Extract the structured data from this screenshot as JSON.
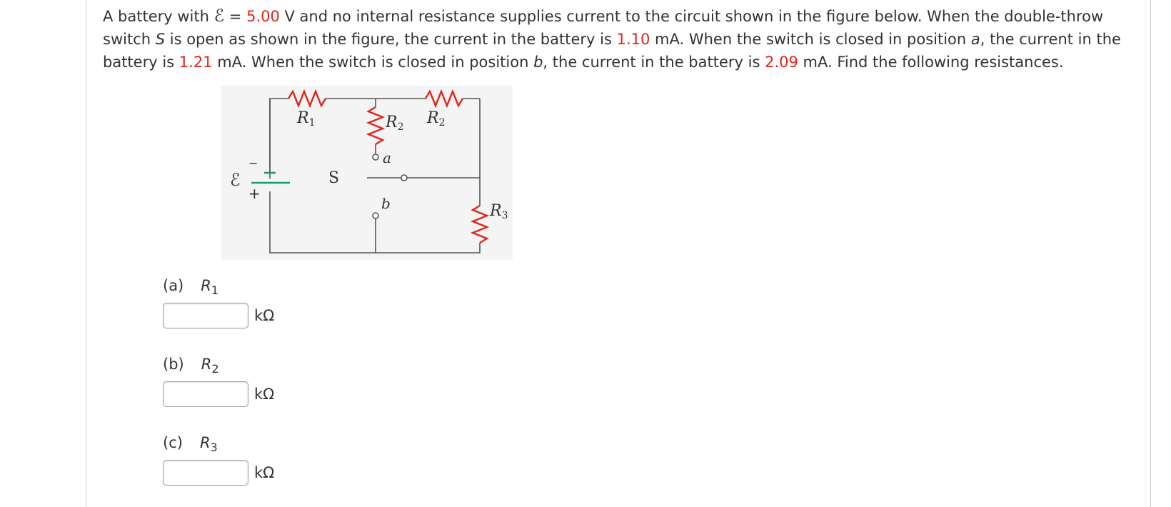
{
  "problem": {
    "t1": "A battery with ",
    "emf_symbol": "ℰ",
    "t2": " = ",
    "emf_value": "5.00",
    "t3": " V  and no internal resistance supplies current to the circuit shown in the figure below. When the double-throw switch ",
    "switch_name": "S",
    "t4": " is open as shown in the figure, the current in the battery is ",
    "i_open": "1.10",
    "t5": " mA. When the switch is closed in position ",
    "pos_a": "a",
    "t6": ", the current in the battery is ",
    "i_a": "1.21",
    "t7": " mA. When the switch is closed in position ",
    "pos_b": "b",
    "t8": ", the current in the battery is ",
    "i_b": "2.09",
    "t9": " mA. Find the following resistances."
  },
  "figure": {
    "emf_label": "ℰ",
    "minus": "−",
    "plus": "+",
    "r1_main": "R",
    "r1_sub": "1",
    "r2a_main": "R",
    "r2a_sub": "2",
    "r2b_main": "R",
    "r2b_sub": "2",
    "r3_main": "R",
    "r3_sub": "3",
    "switch_label": "S",
    "a_label": "a",
    "b_label": "b"
  },
  "parts": [
    {
      "letter": "(a)",
      "var": "R",
      "sub": "1",
      "unit": "kΩ",
      "value": ""
    },
    {
      "letter": "(b)",
      "var": "R",
      "sub": "2",
      "unit": "kΩ",
      "value": ""
    },
    {
      "letter": "(c)",
      "var": "R",
      "sub": "3",
      "unit": "kΩ",
      "value": ""
    }
  ],
  "colors": {
    "highlight": "#e0251b",
    "resistor": "#e0251b",
    "battery": "#1a9a7a",
    "wire": "#555555",
    "figure_bg": "#f4f4f4"
  }
}
